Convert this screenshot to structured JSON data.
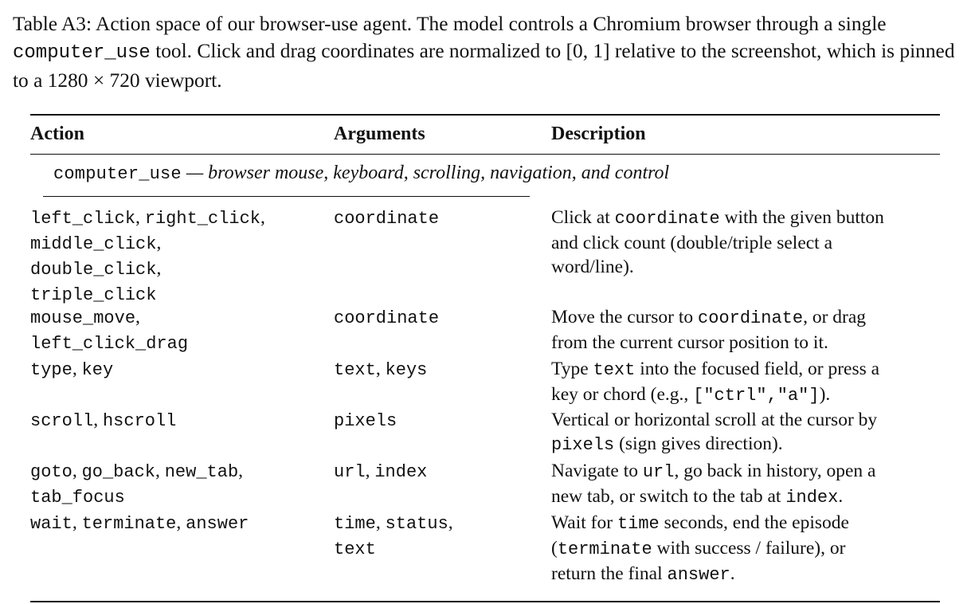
{
  "caption": {
    "lead": "Table A3: Action space of our browser-use agent. The model controls a Chromium browser through a single",
    "tool": "computer_use",
    "after_tool": "tool. Click and drag coordinates are normalized to [0, 1] relative to the screenshot, which is pinned to a 1280 × 720 viewport."
  },
  "table": {
    "headers": [
      "Action",
      "Arguments",
      "Description"
    ],
    "group": {
      "tool": "computer_use",
      "title": "— browser mouse, keyboard, scrolling, navigation, and control"
    },
    "rows": [
      {
        "action_lines": [
          [
            {
              "t": "left_click",
              "m": true
            },
            {
              "t": ", ",
              "m": false
            },
            {
              "t": "right_click",
              "m": true
            },
            {
              "t": ",",
              "m": false
            }
          ],
          [
            {
              "t": "middle_click",
              "m": true
            },
            {
              "t": ",",
              "m": false
            }
          ],
          [
            {
              "t": "double_click",
              "m": true
            },
            {
              "t": ",",
              "m": false
            }
          ],
          [
            {
              "t": "triple_click",
              "m": true
            }
          ]
        ],
        "arg_lines": [
          [
            {
              "t": "coordinate",
              "m": true
            }
          ]
        ],
        "desc_lines": [
          [
            {
              "t": "Click at ",
              "m": false
            },
            {
              "t": "coordinate",
              "m": true
            },
            {
              "t": " with the given button",
              "m": false
            }
          ],
          [
            {
              "t": "and click count (double/triple select a",
              "m": false
            }
          ],
          [
            {
              "t": "word/line).",
              "m": false
            }
          ]
        ]
      },
      {
        "action_lines": [
          [
            {
              "t": "mouse_move",
              "m": true
            },
            {
              "t": ",",
              "m": false
            }
          ],
          [
            {
              "t": "left_click_drag",
              "m": true
            }
          ]
        ],
        "arg_lines": [
          [
            {
              "t": "coordinate",
              "m": true
            }
          ]
        ],
        "desc_lines": [
          [
            {
              "t": "Move the cursor to ",
              "m": false
            },
            {
              "t": "coordinate",
              "m": true
            },
            {
              "t": ", or drag",
              "m": false
            }
          ],
          [
            {
              "t": "from the current cursor position to it.",
              "m": false
            }
          ]
        ]
      },
      {
        "action_lines": [
          [
            {
              "t": "type",
              "m": true
            },
            {
              "t": ", ",
              "m": false
            },
            {
              "t": "key",
              "m": true
            }
          ]
        ],
        "arg_lines": [
          [
            {
              "t": "text",
              "m": true
            },
            {
              "t": ", ",
              "m": false
            },
            {
              "t": "keys",
              "m": true
            }
          ]
        ],
        "desc_lines": [
          [
            {
              "t": "Type ",
              "m": false
            },
            {
              "t": "text",
              "m": true
            },
            {
              "t": " into the focused field, or press a",
              "m": false
            }
          ],
          [
            {
              "t": "key or chord (e.g., ",
              "m": false
            },
            {
              "t": "[\"ctrl\",\"a\"]",
              "m": true
            },
            {
              "t": ").",
              "m": false
            }
          ]
        ]
      },
      {
        "action_lines": [
          [
            {
              "t": "scroll",
              "m": true
            },
            {
              "t": ", ",
              "m": false
            },
            {
              "t": "hscroll",
              "m": true
            }
          ]
        ],
        "arg_lines": [
          [
            {
              "t": "pixels",
              "m": true
            }
          ]
        ],
        "desc_lines": [
          [
            {
              "t": "Vertical or horizontal scroll at the cursor by",
              "m": false
            }
          ],
          [
            {
              "t": "pixels",
              "m": true
            },
            {
              "t": " (sign gives direction).",
              "m": false
            }
          ]
        ]
      },
      {
        "action_lines": [
          [
            {
              "t": "goto",
              "m": true
            },
            {
              "t": ", ",
              "m": false
            },
            {
              "t": "go_back",
              "m": true
            },
            {
              "t": ", ",
              "m": false
            },
            {
              "t": "new_tab",
              "m": true
            },
            {
              "t": ",",
              "m": false
            }
          ],
          [
            {
              "t": "tab_focus",
              "m": true
            }
          ]
        ],
        "arg_lines": [
          [
            {
              "t": "url",
              "m": true
            },
            {
              "t": ", ",
              "m": false
            },
            {
              "t": "index",
              "m": true
            }
          ]
        ],
        "desc_lines": [
          [
            {
              "t": "Navigate to ",
              "m": false
            },
            {
              "t": "url",
              "m": true
            },
            {
              "t": ", go back in history, open a",
              "m": false
            }
          ],
          [
            {
              "t": "new tab, or switch to the tab at ",
              "m": false
            },
            {
              "t": "index",
              "m": true
            },
            {
              "t": ".",
              "m": false
            }
          ]
        ]
      },
      {
        "action_lines": [
          [
            {
              "t": "wait",
              "m": true
            },
            {
              "t": ", ",
              "m": false
            },
            {
              "t": "terminate",
              "m": true
            },
            {
              "t": ", ",
              "m": false
            },
            {
              "t": "answer",
              "m": true
            }
          ]
        ],
        "arg_lines": [
          [
            {
              "t": "time",
              "m": true
            },
            {
              "t": ", ",
              "m": false
            },
            {
              "t": "status",
              "m": true
            },
            {
              "t": ",",
              "m": false
            }
          ],
          [
            {
              "t": "text",
              "m": true
            }
          ]
        ],
        "desc_lines": [
          [
            {
              "t": "Wait for ",
              "m": false
            },
            {
              "t": "time",
              "m": true
            },
            {
              "t": " seconds, end the episode",
              "m": false
            }
          ],
          [
            {
              "t": "(",
              "m": false
            },
            {
              "t": "terminate",
              "m": true
            },
            {
              "t": " with success / failure), or",
              "m": false
            }
          ],
          [
            {
              "t": "return the final ",
              "m": false
            },
            {
              "t": "answer",
              "m": true
            },
            {
              "t": ".",
              "m": false
            }
          ]
        ]
      }
    ]
  }
}
